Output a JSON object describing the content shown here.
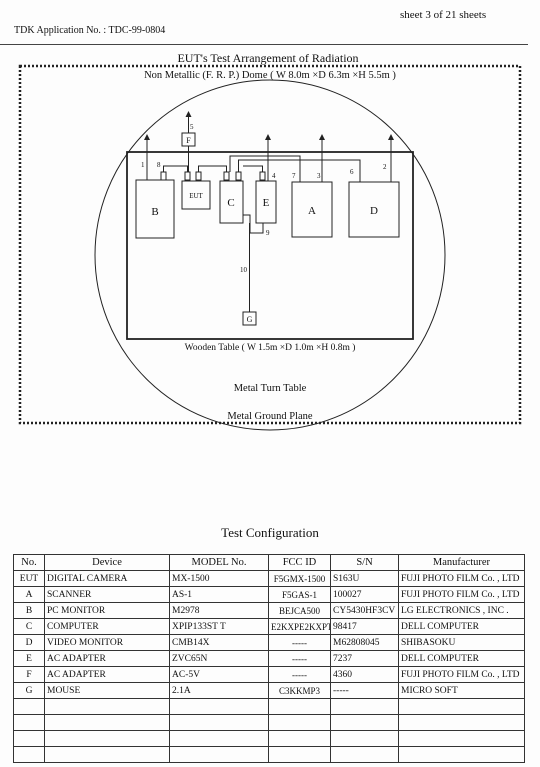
{
  "header": {
    "sheet": "sheet  3  of  21  sheets",
    "application_no": "TDK Application No. :  TDC-99-0804"
  },
  "diagram": {
    "title": "EUT's Test Arrangement of Radiation",
    "dome": "Non Metallic  (F. R. P.) Dome ( W 8.0m  ×D 6.3m  ×H 5.5m )",
    "table_label": "Wooden Table ( W 1.5m  ×D 1.0m  ×H 0.8m )",
    "turn_table": "Metal  Turn  Table",
    "ground_plane": "Metal  Ground  Plane",
    "boxes": {
      "b": "B",
      "eut": "EUT",
      "c": "C",
      "e": "E",
      "a": "A",
      "d": "D",
      "f": "F",
      "g": "G"
    },
    "cables": {
      "c1": "1",
      "c2": "2",
      "c3": "3",
      "c4": "4",
      "c5": "5",
      "c6": "6",
      "c7": "7",
      "c8": "8",
      "c9": "9",
      "c10": "10"
    }
  },
  "config": {
    "title": "Test  Configuration",
    "headers": [
      "No.",
      "Device",
      "MODEL No.",
      "FCC ID",
      "S/N",
      "Manufacturer"
    ],
    "rows": [
      [
        "EUT",
        "DIGITAL CAMERA",
        "MX-1500",
        "F5GMX-1500",
        "S163U",
        "FUJI PHOTO FILM Co. , LTD"
      ],
      [
        "A",
        "SCANNER",
        "AS-1",
        "F5GAS-1",
        "100027",
        "FUJI PHOTO FILM Co. , LTD"
      ],
      [
        "B",
        "PC MONITOR",
        "M2978",
        "BEJCA500",
        "CY5430HF3CV",
        "LG ELECTRONICS , INC ."
      ],
      [
        "C",
        "COMPUTER",
        "XPIP133ST T",
        "E2KXPE2KXPT",
        "98417",
        "DELL COMPUTER"
      ],
      [
        "D",
        "VIDEO MONITOR",
        "CMB14X",
        "-----",
        "M62808045",
        "SHIBASOKU"
      ],
      [
        "E",
        "AC ADAPTER",
        "ZVC65N",
        "-----",
        "7237",
        "DELL COMPUTER"
      ],
      [
        "F",
        "AC ADAPTER",
        "AC-5V",
        "-----",
        "4360",
        "FUJI PHOTO FILM Co. , LTD"
      ],
      [
        "G",
        "MOUSE",
        "2.1A",
        "C3KKMP3",
        "-----",
        "MICRO SOFT"
      ],
      [
        "",
        "",
        "",
        "",
        "",
        ""
      ],
      [
        "",
        "",
        "",
        "",
        "",
        ""
      ],
      [
        "",
        "",
        "",
        "",
        "",
        ""
      ],
      [
        "",
        "",
        "",
        "",
        "",
        ""
      ]
    ]
  }
}
